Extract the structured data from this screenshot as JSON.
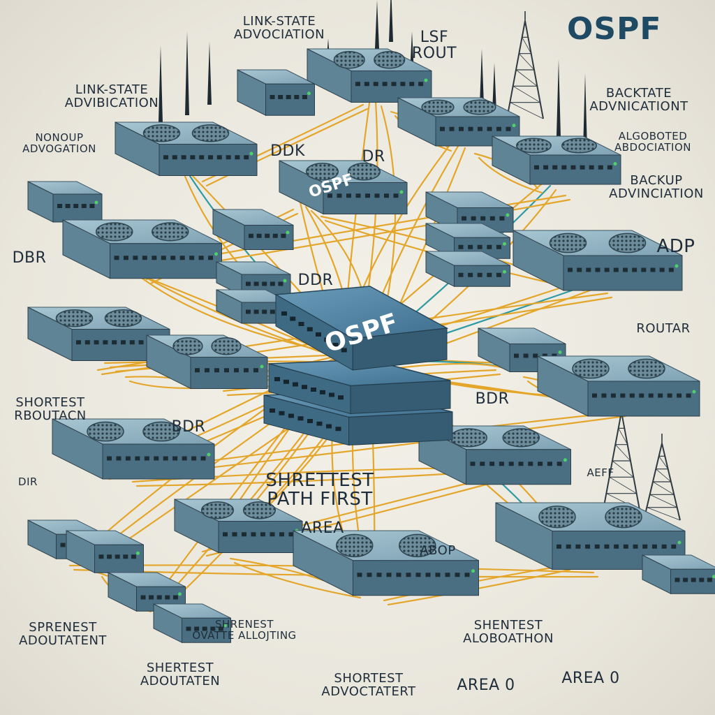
{
  "title": "OSPF",
  "core_labels": [
    "OSPF",
    "OSPF"
  ],
  "labels": [
    {
      "text": "LINK-STATE",
      "sub": "ADVOCIATION"
    },
    {
      "text": "LSF",
      "sub": "ROUT"
    },
    {
      "text": "LINK-STATE",
      "sub": "ADVIBICATION"
    },
    {
      "text": "BACKTATE",
      "sub": "ADVNICATIONT"
    },
    {
      "text": "NONOUP",
      "sub": "ADVOGATION"
    },
    {
      "text": "ALGOBOTED",
      "sub": "ABDOCIATION"
    },
    {
      "text": "DDK",
      "sub": ""
    },
    {
      "text": "DR",
      "sub": ""
    },
    {
      "text": "BACKUP",
      "sub": "ADVINCIATION"
    },
    {
      "text": "DBR",
      "sub": ""
    },
    {
      "text": "DDR",
      "sub": ""
    },
    {
      "text": "ADP",
      "sub": ""
    },
    {
      "text": "ROUTAR",
      "sub": ""
    },
    {
      "text": "SHORTEST",
      "sub": "RBOUTACN"
    },
    {
      "text": "BDR",
      "sub": ""
    },
    {
      "text": "BDR",
      "sub": ""
    },
    {
      "text": "DIR",
      "sub": ""
    },
    {
      "text": "SHRETTEST",
      "sub": "PATH FIRST"
    },
    {
      "text": "AEFF",
      "sub": ""
    },
    {
      "text": "AREA",
      "sub": ""
    },
    {
      "text": "ABOP",
      "sub": ""
    },
    {
      "text": "SPRENEST",
      "sub": "ADOUTATENT"
    },
    {
      "text": "SHRENEST",
      "sub": "OVATTE ALLOJTING"
    },
    {
      "text": "SHENTEST",
      "sub": "ALOBOATHON"
    },
    {
      "text": "SHERTEST",
      "sub": "ADOUTATEN"
    },
    {
      "text": "SHORTEST",
      "sub": "ADVOCTATERT"
    },
    {
      "text": "AREA 0",
      "sub": ""
    },
    {
      "text": "AREA 0",
      "sub": ""
    }
  ],
  "colors": {
    "device_top": "#8fb3c3",
    "device_side": "#5e8496",
    "device_front": "#4a6f82",
    "core": "#4f84a3",
    "cable_yellow": "#e3a62a",
    "cable_teal": "#2f9aa3",
    "text": "#1f2d3a",
    "title": "#1e4a63"
  }
}
